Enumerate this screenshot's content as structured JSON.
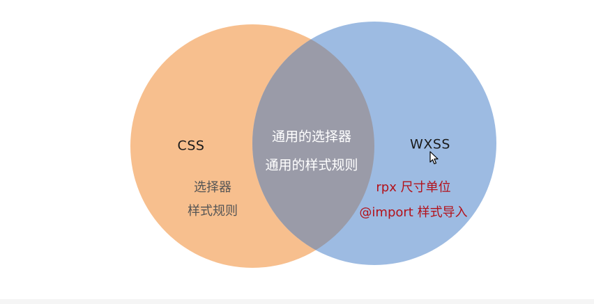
{
  "colors": {
    "left_circle": "#f5a86a",
    "right_circle": "#7ea2d4",
    "overlap": "#8e8e98",
    "red_text": "#b3111a"
  },
  "css_set": {
    "title": "CSS",
    "items": [
      "选择器",
      "样式规则"
    ]
  },
  "overlap_set": {
    "items": [
      "通用的选择器",
      "通用的样式规则"
    ]
  },
  "wxss_set": {
    "title": "WXSS",
    "items": [
      "rpx 尺寸单位",
      "@import 样式导入"
    ]
  },
  "cursor_icon": "arrow-pointer"
}
